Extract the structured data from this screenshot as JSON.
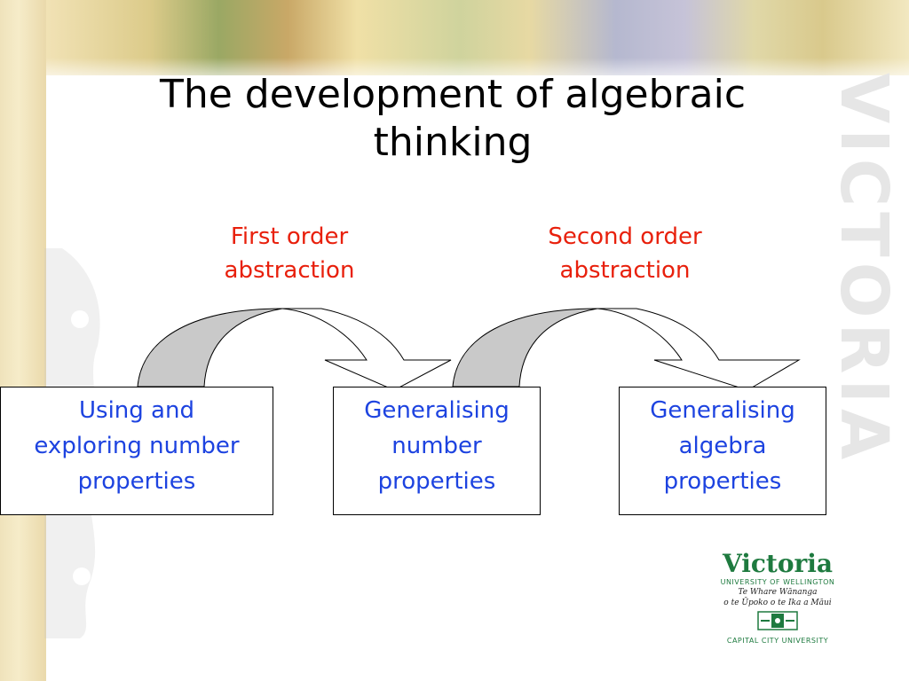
{
  "slide": {
    "title_line1": "The development of algebraic",
    "title_line2": "thinking",
    "watermark": "VICTORIA"
  },
  "labels": {
    "first_order": "First order\nabstraction",
    "second_order": "Second order\nabstraction"
  },
  "boxes": [
    {
      "text": "Using and\nexploring number\nproperties"
    },
    {
      "text": "Generalising\nnumber\nproperties"
    },
    {
      "text": "Generalising\nalgebra\nproperties"
    }
  ],
  "logo": {
    "name": "Victoria",
    "university": "UNIVERSITY OF WELLINGTON",
    "maori_line1": "Te Whare Wānanga",
    "maori_line2": "o te Ūpoko o te Ika a Māui",
    "tagline": "CAPITAL CITY UNIVERSITY"
  },
  "colors": {
    "label_red": "#e8200c",
    "box_text_blue": "#1d43e0",
    "arrow_fill": "#c9c9c9",
    "logo_green": "#1e7a3f"
  }
}
